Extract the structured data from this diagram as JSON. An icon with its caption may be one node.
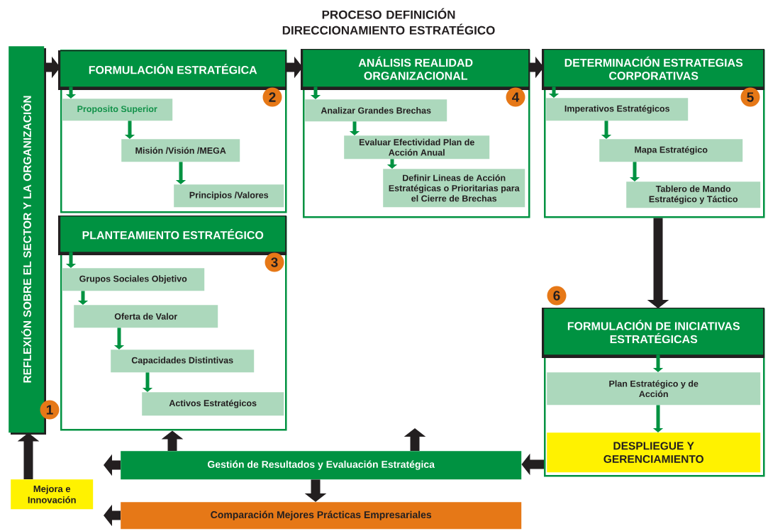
{
  "diagram": {
    "title": "PROCESO DEFINICIÓN DIRECCIONAMIENTO ESTRATÉGICO",
    "nodes": [
      {
        "text": [
          "REFLEXIÓN SOBRE EL SECTOR Y LA ORGANIZACIÓN"
        ],
        "beside": [
          "1"
        ]
      },
      {
        "text": [],
        "shape": "box"
      },
      {
        "text": [
          "FORMULACIÓN ESTRATÉGICA"
        ],
        "beside": [
          "2"
        ],
        "in": 1
      },
      {
        "text": [
          "Proposito Superior"
        ],
        "in": 1
      },
      {
        "text": [
          "Misión /Visión /MEGA"
        ],
        "in": 1
      },
      {
        "text": [
          "Principios /Valores"
        ],
        "in": 1
      },
      {
        "text": [],
        "shape": "box"
      },
      {
        "text": [
          "PLANTEAMIENTO ESTRATÉGICO"
        ],
        "beside": [
          "3"
        ],
        "in": 6
      },
      {
        "text": [
          "Grupos Sociales Objetivo"
        ],
        "in": 6
      },
      {
        "text": [
          "Oferta de Valor"
        ],
        "in": 6
      },
      {
        "text": [
          "Capacidades Distintivas"
        ],
        "in": 6
      },
      {
        "text": [
          "Activos Estratégicos"
        ],
        "in": 6
      },
      {
        "text": [],
        "shape": "box"
      },
      {
        "text": [
          "ANÁLISIS REALIDAD ORGANIZACIONAL"
        ],
        "beside": [
          "4"
        ],
        "in": 12
      },
      {
        "text": [
          "Analizar Grandes Brechas"
        ],
        "in": 12
      },
      {
        "text": [
          "Evaluar Efectividad Plan de Acción Anual"
        ],
        "in": 12
      },
      {
        "text": [
          "Definir Lineas de Acción Estratégicas o Prioritarias para el Cierre de Brechas"
        ],
        "in": 12
      },
      {
        "text": [],
        "shape": "box"
      },
      {
        "text": [
          "DETERMINACIÓN ESTRATEGIAS CORPORATIVAS"
        ],
        "beside": [
          "5"
        ],
        "in": 17
      },
      {
        "text": [
          "Imperativos Estratégicos"
        ],
        "in": 17
      },
      {
        "text": [
          "Mapa Estratégico"
        ],
        "in": 17
      },
      {
        "text": [
          "Tablero de Mando Estratégico y Táctico"
        ],
        "in": 17
      },
      {
        "text": [],
        "shape": "box"
      },
      {
        "text": [
          "FORMULACIÓN DE INICIATIVAS ESTRATÉGICAS"
        ],
        "beside": [
          "6"
        ],
        "in": 22
      },
      {
        "text": [
          "Plan Estratégico y de Acción"
        ],
        "in": 22
      },
      {
        "text": [
          "DESPLIEGUE Y GERENCIAMIENTO"
        ],
        "in": 22
      },
      {
        "text": [
          "Gestión de Resultados y Evaluación Estratégica"
        ]
      },
      {
        "text": [
          "Comparación Mejores Prácticas Empresariales"
        ]
      },
      {
        "text": [
          "Mejora e Innovación"
        ]
      }
    ],
    "edges": [
      {
        "from": 0,
        "to": 2,
        "arrow": "to",
        "style": "thick",
        "color": "#231f20"
      },
      {
        "from": 2,
        "to": 13,
        "arrow": "to",
        "style": "thick",
        "color": "#231f20"
      },
      {
        "from": 13,
        "to": 18,
        "arrow": "to",
        "style": "thick",
        "color": "#231f20"
      },
      {
        "from": 17,
        "to": 23,
        "arrow": "to",
        "style": "thick",
        "color": "#231f20"
      },
      {
        "from": 22,
        "to": 26,
        "arrow": "to",
        "style": "thick",
        "color": "#231f20"
      },
      {
        "from": 26,
        "to": 6,
        "arrow": "to",
        "style": "thick",
        "color": "#231f20"
      },
      {
        "from": 26,
        "to": null,
        "arrow": "to",
        "style": "thick",
        "color": "#231f20"
      },
      {
        "from": 26,
        "to": 27,
        "arrow": "to",
        "style": "thick",
        "color": "#231f20"
      },
      {
        "from": 26,
        "to": null,
        "arrow": "to",
        "style": "thick",
        "color": "#231f20"
      },
      {
        "from": 27,
        "to": null,
        "arrow": "to",
        "style": "thick",
        "color": "#231f20"
      },
      {
        "from": 28,
        "to": 0,
        "arrow": "to",
        "style": "thick",
        "color": "#231f20"
      },
      {
        "from": 2,
        "to": 3,
        "arrow": "to"
      },
      {
        "from": 3,
        "to": 4,
        "arrow": "to"
      },
      {
        "from": 4,
        "to": 5,
        "arrow": "to"
      },
      {
        "from": 7,
        "to": 8,
        "arrow": "to"
      },
      {
        "from": 8,
        "to": 9,
        "arrow": "to"
      },
      {
        "from": 9,
        "to": 10,
        "arrow": "to"
      },
      {
        "from": 10,
        "to": 11,
        "arrow": "to"
      },
      {
        "from": 13,
        "to": 14,
        "arrow": "to"
      },
      {
        "from": 14,
        "to": 15,
        "arrow": "to"
      },
      {
        "from": 15,
        "to": 16,
        "arrow": "to"
      },
      {
        "from": 18,
        "to": 19,
        "arrow": "to"
      },
      {
        "from": 19,
        "to": 20,
        "arrow": "to"
      },
      {
        "from": 20,
        "to": 21,
        "arrow": "to"
      },
      {
        "from": 23,
        "to": 24,
        "arrow": "to"
      },
      {
        "from": 24,
        "to": 25,
        "arrow": "to"
      }
    ]
  }
}
